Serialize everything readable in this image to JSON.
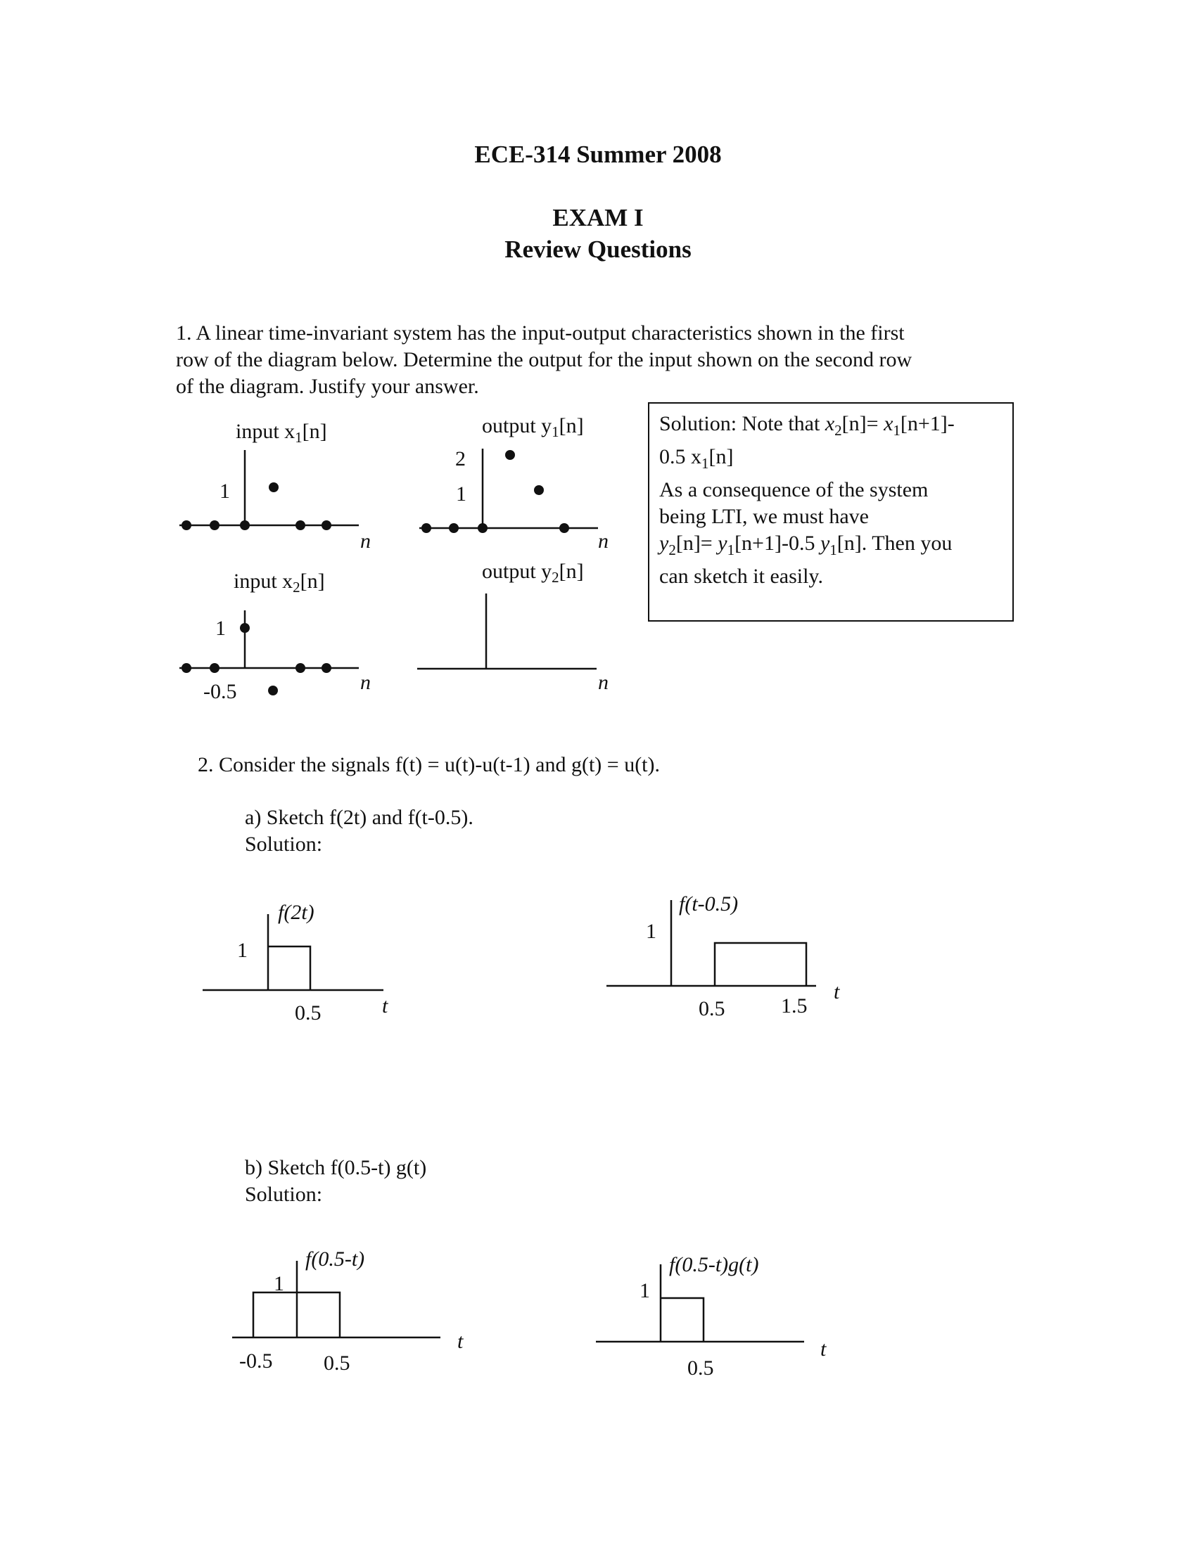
{
  "header": {
    "course": "ECE-314 Summer 2008",
    "exam": "EXAM I",
    "subtitle": "Review Questions"
  },
  "q1": {
    "lines": [
      "1. A linear time-invariant system has the input-output characteristics shown in the first",
      "row of the diagram below. Determine the output for the input shown on the second row",
      "of the diagram. Justify your answer."
    ],
    "solution": {
      "line1_a": "Solution: Note that ",
      "line1_b": "x",
      "line1_c": "[n]= ",
      "line1_d": "x",
      "line1_e": "[n+1]-",
      "line2": "0.5 x",
      "line2_b": "[n]",
      "line3": "As a consequence of the system",
      "line4": "being LTI, we must have",
      "line5_a": "y",
      "line5_b": "[n]= ",
      "line5_c": "y",
      "line5_d": "[n+1]-0.5 ",
      "line5_e": "y",
      "line5_f": "[n]. Then you",
      "line6": "can sketch it easily.",
      "sub2": "2",
      "sub1": "1"
    },
    "plots": {
      "x1_label": "input x",
      "x1_sub": "1",
      "x1_arg": "[n]",
      "y1_label": "output y",
      "y1_sub": "1",
      "y1_arg": "[n]",
      "x2_label": "input x",
      "x2_sub": "2",
      "x2_arg": "[n]",
      "y2_label": "output y",
      "y2_sub": "2",
      "y2_arg": "[n]",
      "axis_n": "n",
      "tick_1": "1",
      "tick_2": "2",
      "tick_neg05": "-0.5"
    }
  },
  "q2": {
    "statement": "2. Consider the signals f(t) = u(t)-u(t-1) and g(t) = u(t).",
    "part_a": "a)   Sketch f(2t) and f(t-0.5).",
    "part_a_solution": "Solution:",
    "part_b": "b) Sketch f(0.5-t) g(t)",
    "part_b_solution": "Solution:",
    "plots": {
      "f2t_title": "f(2t)",
      "ft05_title": "f(t-0.5)",
      "f05t_title": "f(0.5-t)",
      "f05tg_title": "f(0.5-t)g(t)",
      "axis_t": "t",
      "tick_1": "1",
      "tick_05": "0.5",
      "tick_15": "1.5",
      "tick_neg05": "-0.5"
    }
  }
}
